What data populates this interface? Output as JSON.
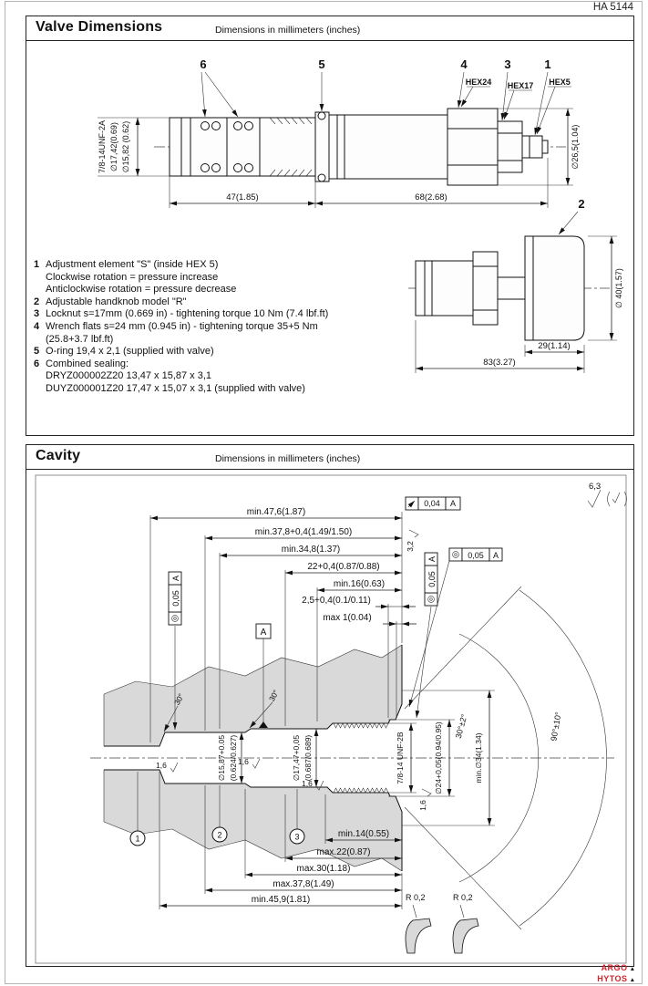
{
  "page": {
    "doc_number": "HA 5144"
  },
  "valve": {
    "title": "Valve Dimensions",
    "subtitle": "Dimensions in millimeters (inches)",
    "callout_1": "1",
    "callout_2": "2",
    "callout_3": "3",
    "callout_4": "4",
    "callout_5": "5",
    "callout_6": "6",
    "hex24": "HEX24",
    "hex17": "HEX17",
    "hex5": "HEX5",
    "dim_thread": "7/8-14UNF-2A",
    "dim_d1742": "∅17,42(0.69)",
    "dim_d1582": "∅15,82 (0.62)",
    "dim_d265": "∅26,5(1.04)",
    "dim_47": "47(1.85)",
    "dim_68": "68(2.68)",
    "dim_d40": "∅ 40(1.57)",
    "dim_29": "29(1.14)",
    "dim_83": "83(3.27)",
    "notes": [
      {
        "num": "1",
        "lines": [
          "Adjustment element  \"S\" (inside HEX 5)",
          "Clockwise rotation = pressure increase",
          "Anticlockwise rotation = pressure decrease"
        ]
      },
      {
        "num": "2",
        "lines": [
          "Adjustable handknob model \"R\""
        ]
      },
      {
        "num": "3",
        "lines": [
          "Locknut s=17mm (0.669 in) - tightening torque 10 Nm (7.4 lbf.ft)"
        ]
      },
      {
        "num": "4",
        "lines": [
          "Wrench flats s=24 mm (0.945 in) - tightening torque 35+5 Nm",
          "(25.8+3.7 lbf.ft)"
        ]
      },
      {
        "num": "5",
        "lines": [
          "O-ring 19,4 x 2,1 (supplied with valve)"
        ]
      },
      {
        "num": "6",
        "lines": [
          "Combined sealing:",
          "DRYZ000002Z20 13,47 x 15,87 x 3,1",
          "DUYZ000001Z20 17,47 x 15,07 x 3,1 (supplied with valve)"
        ]
      }
    ]
  },
  "cavity": {
    "title": "Cavity",
    "subtitle": "Dimensions in millimeters (inches)",
    "dim_top_1": "min.47,6(1.87)",
    "dim_top_2": "min.37,8+0,4(1.49/1.50)",
    "dim_top_3": "min.34,8(1.37)",
    "dim_top_4": "22+0,4(0.87/0.88)",
    "dim_top_5": "min.16(0.63)",
    "dim_top_6": "2,5+0,4(0.1/0.11)",
    "dim_top_7": "max 1(0.04)",
    "dim_bot_1": "min.14(0.55)",
    "dim_bot_2": "max.22(0.87)",
    "dim_bot_3": "max.30(1.18)",
    "dim_bot_4": "max.37,8(1.49)",
    "dim_bot_5": "min.45,9(1.81)",
    "bore_d1_line1": "∅15,87+0.05",
    "bore_d1_line2": "(0.624/0.627)",
    "bore_d2_line1": "∅17,47+0,05",
    "bore_d2_line2": "(0.687/0.689)",
    "bore_thread": "7/8-14 UNF-2B",
    "bore_d3": "∅24+0,05(0.94/0.95)",
    "bore_d4": "min.∅34(1.34)",
    "angle_1": "30°±2°",
    "angle_2": "90°±10°",
    "chamfer_angle": "30°",
    "surf_63": "6,3",
    "surf_32": "3,2",
    "surf_16": "1,6",
    "tol_flat": "0,04",
    "tol_pos": "0,05",
    "datum": "A",
    "radius": "R 0,2",
    "marker_1": "1",
    "marker_2": "2",
    "marker_3": "3"
  },
  "footer": {
    "brand_line1": "ARGO",
    "brand_line2": "HYTOS",
    "logo_mark": "▲"
  }
}
